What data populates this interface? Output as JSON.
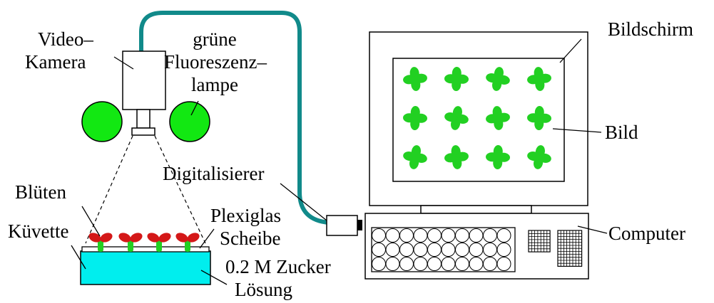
{
  "labels": {
    "camera_line1": "Video–",
    "camera_line2": "Kamera",
    "lamp_line1": "grüne",
    "lamp_line2": "Fluoreszenz–",
    "lamp_line3": "lampe",
    "screen": "Bildschirm",
    "image": "Bild",
    "digitizer": "Digitalisierer",
    "computer": "Computer",
    "flowers": "Blüten",
    "cuvette": "Küvette",
    "plexi_line1": "Plexiglas",
    "plexi_line2": "Scheibe",
    "solution_line1": "0.2 M Zucker",
    "solution_line2": "Lösung"
  },
  "colors": {
    "cable": "#118a8a",
    "lamp": "#12e812",
    "plant": "#22d022",
    "petal": "#d41818",
    "water": "#00eeee",
    "stroke": "#000000"
  },
  "image_grid": {
    "rows": 3,
    "cols": 4
  },
  "keyboard": {
    "rows": 3,
    "cols": 10
  }
}
